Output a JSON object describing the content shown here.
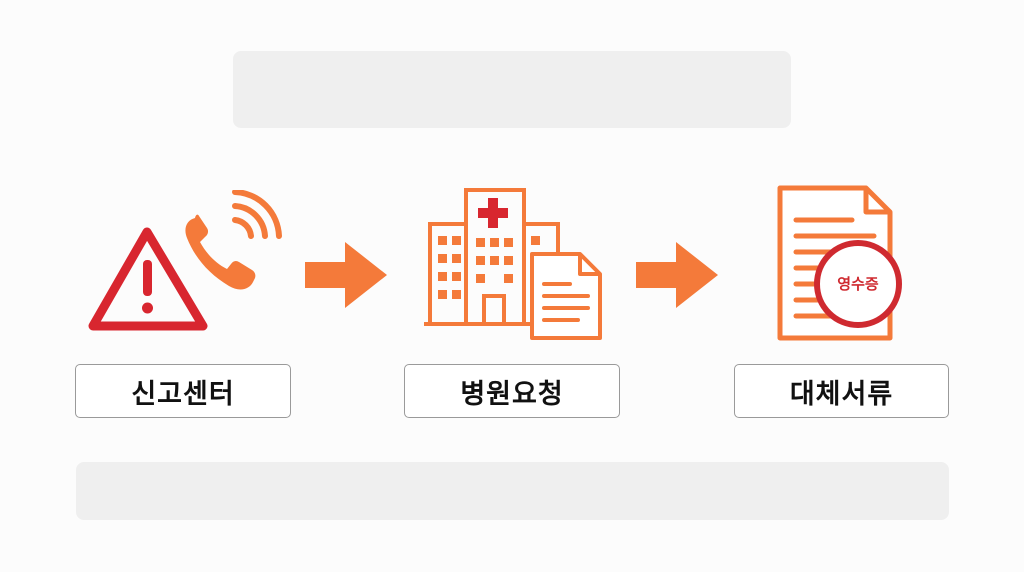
{
  "steps": [
    {
      "label": "신고센터",
      "icon": "warning-phone-icon"
    },
    {
      "label": "병원요청",
      "icon": "hospital-document-icon"
    },
    {
      "label": "대체서류",
      "icon": "receipt-document-icon"
    }
  ],
  "stamp": {
    "text": "영수증"
  },
  "colors": {
    "accent": "#f47a3a",
    "warning": "#d8262f",
    "stamp": "#cf2a30"
  }
}
